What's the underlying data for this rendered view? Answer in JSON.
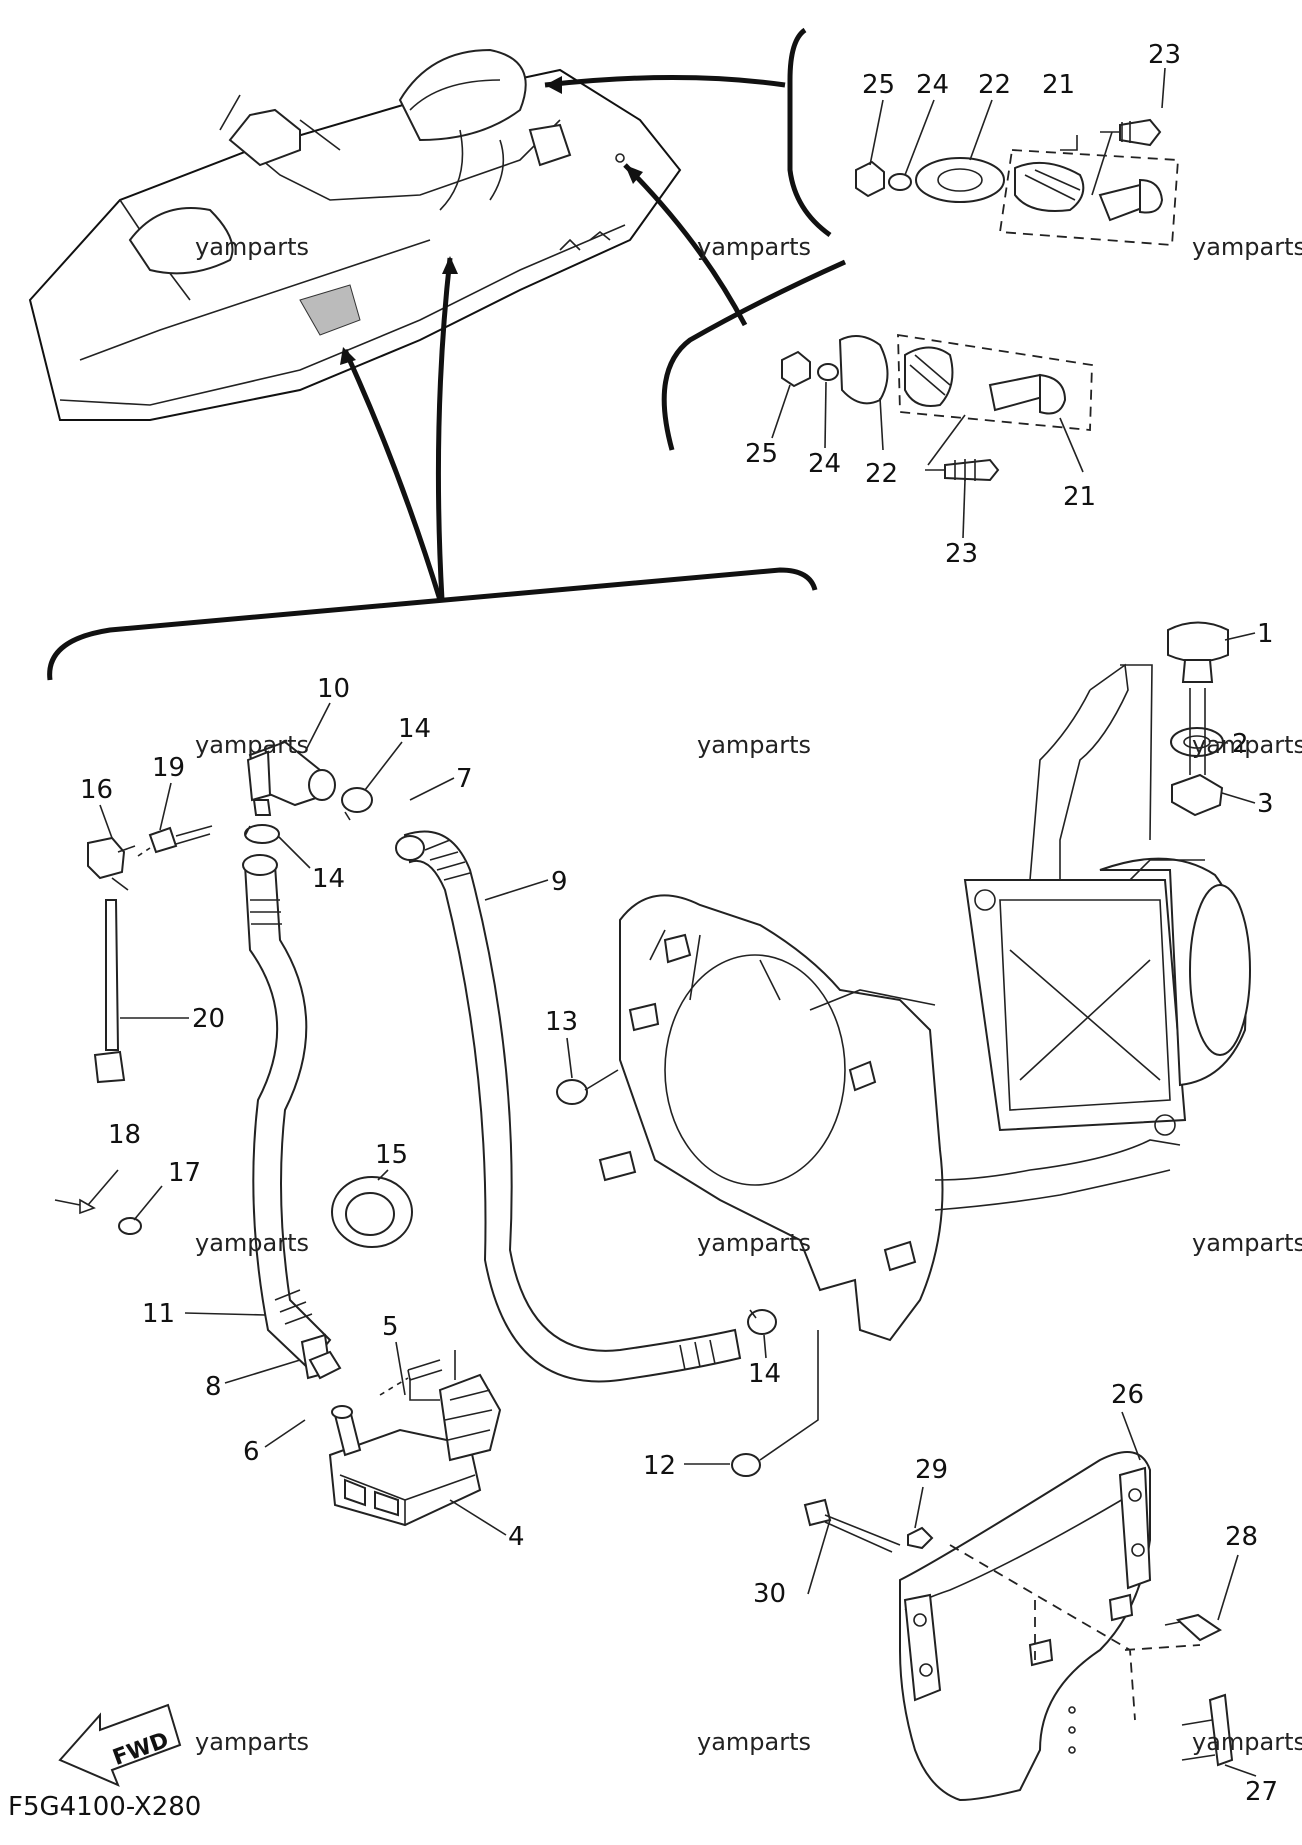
{
  "diagram": {
    "drawing_code": "F5G4100-X280",
    "fwd_label": "FWD",
    "watermark": "yamparts",
    "callouts": [
      "1",
      "2",
      "3",
      "4",
      "5",
      "6",
      "7",
      "8",
      "9",
      "10",
      "11",
      "12",
      "13",
      "14",
      "14",
      "14",
      "15",
      "16",
      "17",
      "18",
      "19",
      "20",
      "21",
      "22",
      "23",
      "24",
      "25",
      "21",
      "22",
      "23",
      "24",
      "25",
      "26",
      "27",
      "28",
      "29",
      "30"
    ]
  }
}
